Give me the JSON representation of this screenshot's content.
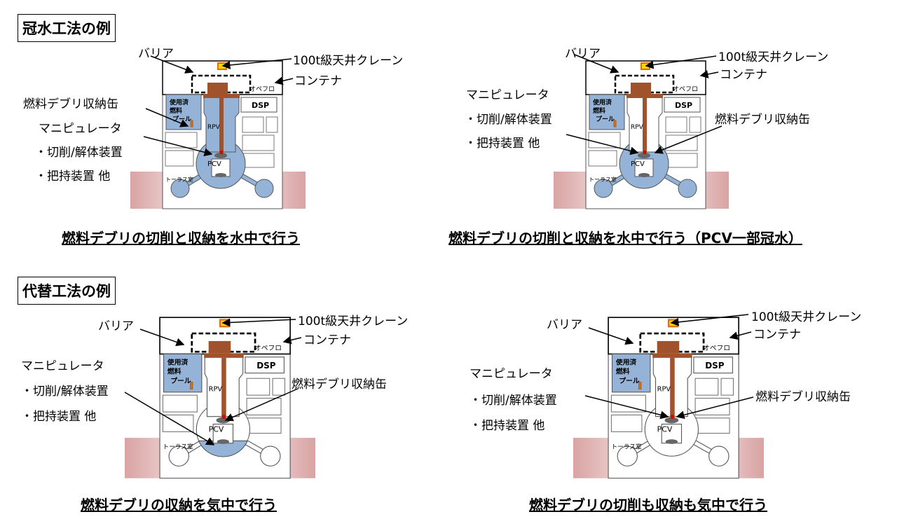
{
  "colors": {
    "water": "#95b3d7",
    "shaft": "#a0522d",
    "crane": "#ffd700",
    "crane_border": "#e46c0a",
    "ground": "#d9a3a3"
  },
  "sections": [
    {
      "title": "冠水工法の例"
    },
    {
      "title": "代替工法の例"
    }
  ],
  "panels": [
    {
      "mode": "full",
      "barrier": "バリア",
      "crane": "100t級天井クレーン",
      "container": "コンテナ",
      "canister": "燃料デブリ収納缶",
      "manipulator": "マニピュレータ",
      "cutting": "・切削/解体装置",
      "holding": "・把持装置 他",
      "caption": "燃料デブリの切削と収納を水中で行う",
      "opefl": "オペフロ",
      "dsp": "DSP",
      "pool": "使用済燃料プール",
      "rpv": "RPV",
      "pcv": "PCV",
      "torus": "トーラス室"
    },
    {
      "mode": "partial",
      "barrier": "バリア",
      "crane": "100t級天井クレーン",
      "container": "コンテナ",
      "canister": "燃料デブリ収納缶",
      "manipulator": "マニピュレータ",
      "cutting": "・切削/解体装置",
      "holding": "・把持装置 他",
      "caption": "燃料デブリの切削と収納を水中で行う（PCV一部冠水）",
      "opefl": "オペフロ",
      "dsp": "DSP",
      "pool": "使用済燃料プール",
      "rpv": "RPV",
      "pcv": "PCV",
      "torus": "トーラス室"
    },
    {
      "mode": "bottom",
      "barrier": "バリア",
      "crane": "100t級天井クレーン",
      "container": "コンテナ",
      "canister": "燃料デブリ収納缶",
      "manipulator": "マニピュレータ",
      "cutting": "・切削/解体装置",
      "holding": "・把持装置 他",
      "caption": "燃料デブリの収納を気中で行う",
      "opefl": "オペフロ",
      "dsp": "DSP",
      "pool": "使用済燃料プール",
      "rpv": "RPV",
      "pcv": "PCV",
      "torus": "トーラス室"
    },
    {
      "mode": "dry",
      "barrier": "バリア",
      "crane": "100t級天井クレーン",
      "container": "コンテナ",
      "canister": "燃料デブリ収納缶",
      "manipulator": "マニピュレータ",
      "cutting": "・切削/解体装置",
      "holding": "・把持装置 他",
      "caption": "燃料デブリの切削も収納も気中で行う",
      "opefl": "オペフロ",
      "dsp": "DSP",
      "pool": "使用済燃料プール",
      "rpv": "RPV",
      "pcv": "PCV",
      "torus": "トーラス室"
    }
  ]
}
